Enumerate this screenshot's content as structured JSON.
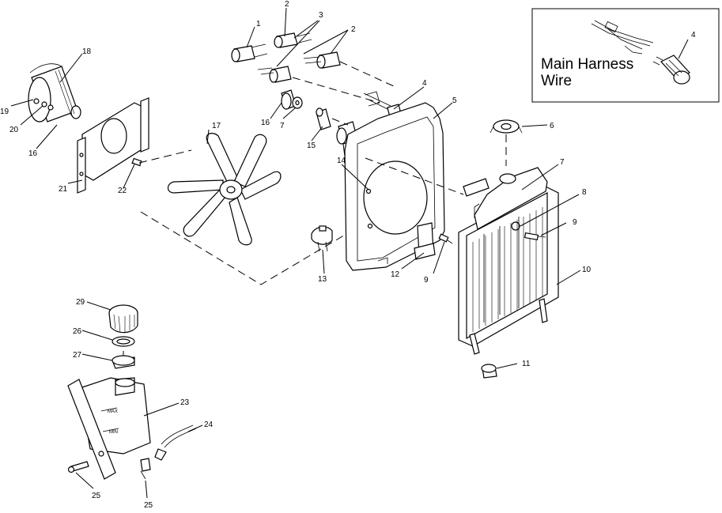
{
  "inset": {
    "label_line1": "Main Harness",
    "label_line2": "Wire",
    "part_number": "4"
  },
  "callouts": [
    {
      "id": "c1",
      "text": "1"
    },
    {
      "id": "c2a",
      "text": "2"
    },
    {
      "id": "c3",
      "text": "3"
    },
    {
      "id": "c2b",
      "text": "2"
    },
    {
      "id": "c18",
      "text": "18"
    },
    {
      "id": "c19",
      "text": "19"
    },
    {
      "id": "c20",
      "text": "20"
    },
    {
      "id": "c16a",
      "text": "16"
    },
    {
      "id": "c21",
      "text": "21"
    },
    {
      "id": "c22",
      "text": "22"
    },
    {
      "id": "c17",
      "text": "17"
    },
    {
      "id": "c16b",
      "text": "16"
    },
    {
      "id": "c7a",
      "text": "7"
    },
    {
      "id": "c15",
      "text": "15"
    },
    {
      "id": "c4",
      "text": "4"
    },
    {
      "id": "c5",
      "text": "5"
    },
    {
      "id": "c14",
      "text": "14"
    },
    {
      "id": "c6",
      "text": "6"
    },
    {
      "id": "c7b",
      "text": "7"
    },
    {
      "id": "c8",
      "text": "8"
    },
    {
      "id": "c9a",
      "text": "9"
    },
    {
      "id": "c9b",
      "text": "9"
    },
    {
      "id": "c10",
      "text": "10"
    },
    {
      "id": "c12",
      "text": "12"
    },
    {
      "id": "c13",
      "text": "13"
    },
    {
      "id": "c11",
      "text": "11"
    },
    {
      "id": "c29",
      "text": "29"
    },
    {
      "id": "c26",
      "text": "26"
    },
    {
      "id": "c27",
      "text": "27"
    },
    {
      "id": "c23",
      "text": "23"
    },
    {
      "id": "c24",
      "text": "24"
    },
    {
      "id": "c25a",
      "text": "25"
    },
    {
      "id": "c25b",
      "text": "25"
    }
  ]
}
